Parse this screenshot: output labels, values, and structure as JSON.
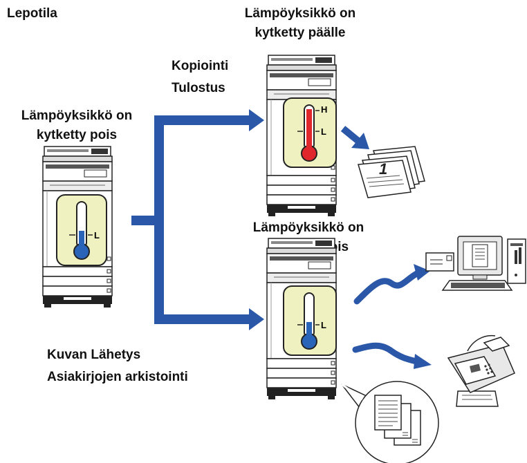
{
  "labels": {
    "sleep_mode": "Lepotila",
    "heater_on_line1": "Lämpöyksikkö on",
    "heater_on_line2": "kytketty päälle",
    "copy": "Kopiointi",
    "print": "Tulostus",
    "heater_off_left_line1": "Lämpöyksikkö on",
    "heater_off_left_line2": "kytketty pois",
    "heater_off_right_line1": "Lämpöyksikkö on",
    "heater_off_right_line2": "kytketty pois",
    "image_send": "Kuvan Lähetys",
    "document_filing": "Asiakirjojen arkistointi"
  },
  "gauge_marks": {
    "high": "H",
    "low": "L"
  },
  "output_sheet_number": "1",
  "colors": {
    "arrow": "#2a57a8",
    "thermo_panel": "#f0f1c0",
    "hot": "#e0282c",
    "cold": "#2a64b8"
  }
}
